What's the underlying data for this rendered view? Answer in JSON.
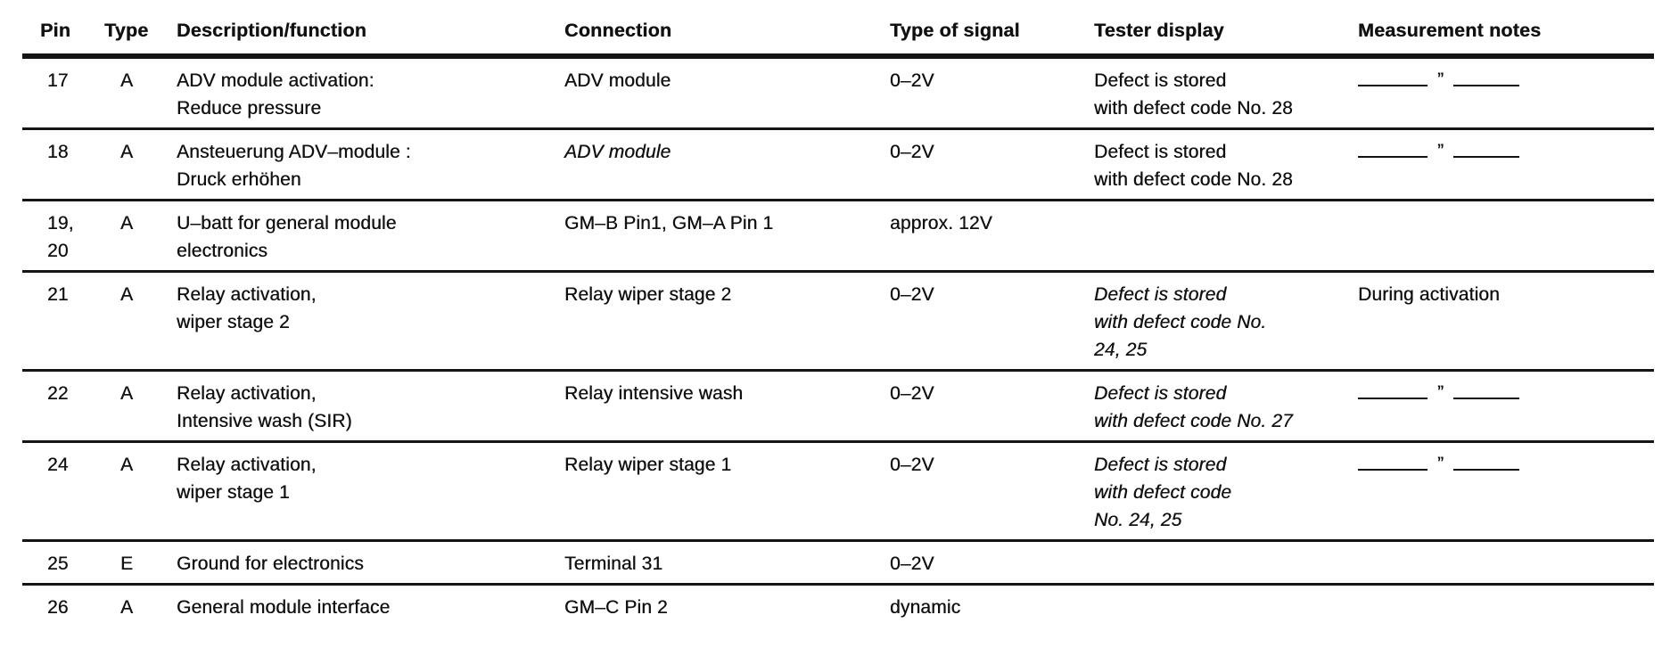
{
  "colors": {
    "ink": "#111111",
    "rule": "#141414",
    "background": "#ffffff"
  },
  "table": {
    "ditto_symbol": "”",
    "columns": [
      {
        "key": "pin",
        "label": "Pin"
      },
      {
        "key": "type",
        "label": "Type"
      },
      {
        "key": "description",
        "label": "Description/function"
      },
      {
        "key": "connection",
        "label": "Connection"
      },
      {
        "key": "signal",
        "label": "Type of signal"
      },
      {
        "key": "tester",
        "label": "Tester display"
      },
      {
        "key": "notes",
        "label": "Measurement notes"
      }
    ],
    "rows": [
      {
        "pin": [
          "17"
        ],
        "type": "A",
        "description": [
          "ADV module activation:",
          "Reduce pressure"
        ],
        "connection": "ADV module",
        "signal": "0–2V",
        "tester": [
          "Defect is stored",
          "with defect code No. 28"
        ],
        "notes": "",
        "notes_ditto": true
      },
      {
        "pin": [
          "18"
        ],
        "type": "A",
        "description": [
          "Ansteuerung ADV–module :",
          "Druck erhöhen"
        ],
        "connection": "ADV module",
        "connection_em": true,
        "signal": "0–2V",
        "tester": [
          "Defect is stored",
          "with defect code No. 28"
        ],
        "notes": "",
        "notes_ditto": true
      },
      {
        "pin": [
          "19,",
          "20"
        ],
        "type": "A",
        "description": [
          "U–batt for general module",
          "electronics"
        ],
        "connection": "GM–B Pin1, GM–A Pin 1",
        "signal": "approx. 12V",
        "tester": [],
        "notes": "",
        "notes_ditto": false
      },
      {
        "pin": [
          "21"
        ],
        "type": "A",
        "description": [
          "Relay activation,",
          "wiper stage 2"
        ],
        "connection": "Relay wiper stage 2",
        "signal": "0–2V",
        "tester": [
          "Defect is stored",
          "with defect code No.",
          "24, 25"
        ],
        "tester_em": true,
        "notes": "During activation",
        "notes_ditto": false
      },
      {
        "pin": [
          "22"
        ],
        "type": "A",
        "description": [
          "Relay activation,",
          "Intensive wash (SIR)"
        ],
        "connection": "Relay intensive wash",
        "signal": "0–2V",
        "tester": [
          "Defect is stored",
          "with defect code No. 27"
        ],
        "tester_em": true,
        "notes": "",
        "notes_ditto": true
      },
      {
        "pin": [
          "24"
        ],
        "type": "A",
        "description": [
          "Relay activation,",
          "wiper stage 1"
        ],
        "connection": "Relay wiper stage 1",
        "signal": "0–2V",
        "tester": [
          "Defect is stored",
          "with defect code",
          "No. 24, 25"
        ],
        "tester_em": true,
        "notes": "",
        "notes_ditto": true
      },
      {
        "pin": [
          "25"
        ],
        "type": "E",
        "description": [
          "Ground for electronics"
        ],
        "connection": "Terminal 31",
        "signal": "0–2V",
        "tester": [],
        "notes": "",
        "notes_ditto": false
      },
      {
        "pin": [
          "26"
        ],
        "type": "A",
        "description": [
          "General module interface"
        ],
        "connection": "GM–C Pin 2",
        "signal": "dynamic",
        "tester": [],
        "notes": "",
        "notes_ditto": false
      }
    ]
  }
}
